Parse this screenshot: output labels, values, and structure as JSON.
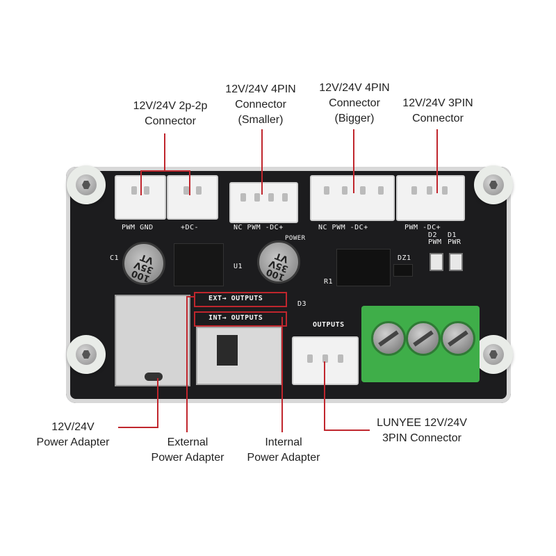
{
  "callouts": {
    "c2p2p": "12V/24V 2p-2p\nConnector",
    "c4pin_small": "12V/24V 4PIN\nConnector\n(Smaller)",
    "c4pin_big": "12V/24V 4PIN\nConnector\n(Bigger)",
    "c3pin": "12V/24V 3PIN\nConnector",
    "power_adapter": "12V/24V\nPower Adapter",
    "external": "External\nPower Adapter",
    "internal": "Internal\nPower Adapter",
    "lunyee": "LUNYEE 12V/24V\n3PIN Connector"
  },
  "silkscreen": {
    "pwm_gnd": "PWM GND",
    "dc": "+DC-",
    "nc_pwm_dc_small": "NC PWM -DC+",
    "nc_pwm_dc_big": "NC PWM -DC+",
    "pwm_dc": "PWM -DC+",
    "ext_outputs": "EXT→ OUTPUTS",
    "int_outputs": "INT→ OUTPUTS",
    "outputs": "OUTPUTS",
    "d2_pwm": "D2\nPWM",
    "d1_pwr": "D1\nPWR",
    "c1": "C1",
    "d3": "D3",
    "u1": "U1",
    "dz1": "DZ1",
    "r1": "R1",
    "power": "POWER"
  },
  "caps": {
    "cap1": "100\n35V\nVT",
    "cap2": "100\n35V\nVT"
  },
  "colors": {
    "accent_line": "#c0262d",
    "board": "#1c1c1e",
    "terminal": "#3fae49"
  }
}
